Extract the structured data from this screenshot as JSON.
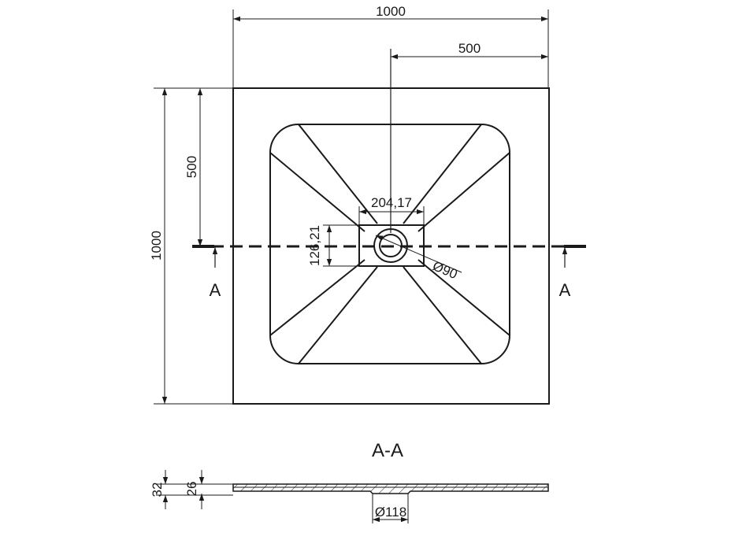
{
  "drawing": {
    "dimensions": {
      "width_total": "1000",
      "width_half": "500",
      "height_total": "1000",
      "height_half": "500",
      "drain_width": "204,17",
      "drain_height": "126,21",
      "drain_diameter": "Ø90",
      "section_height_total": "32",
      "section_height_inner": "26",
      "section_drain_diameter": "Ø118"
    },
    "section_markers": {
      "left": "A",
      "right": "A"
    },
    "section_title": "A-A"
  }
}
